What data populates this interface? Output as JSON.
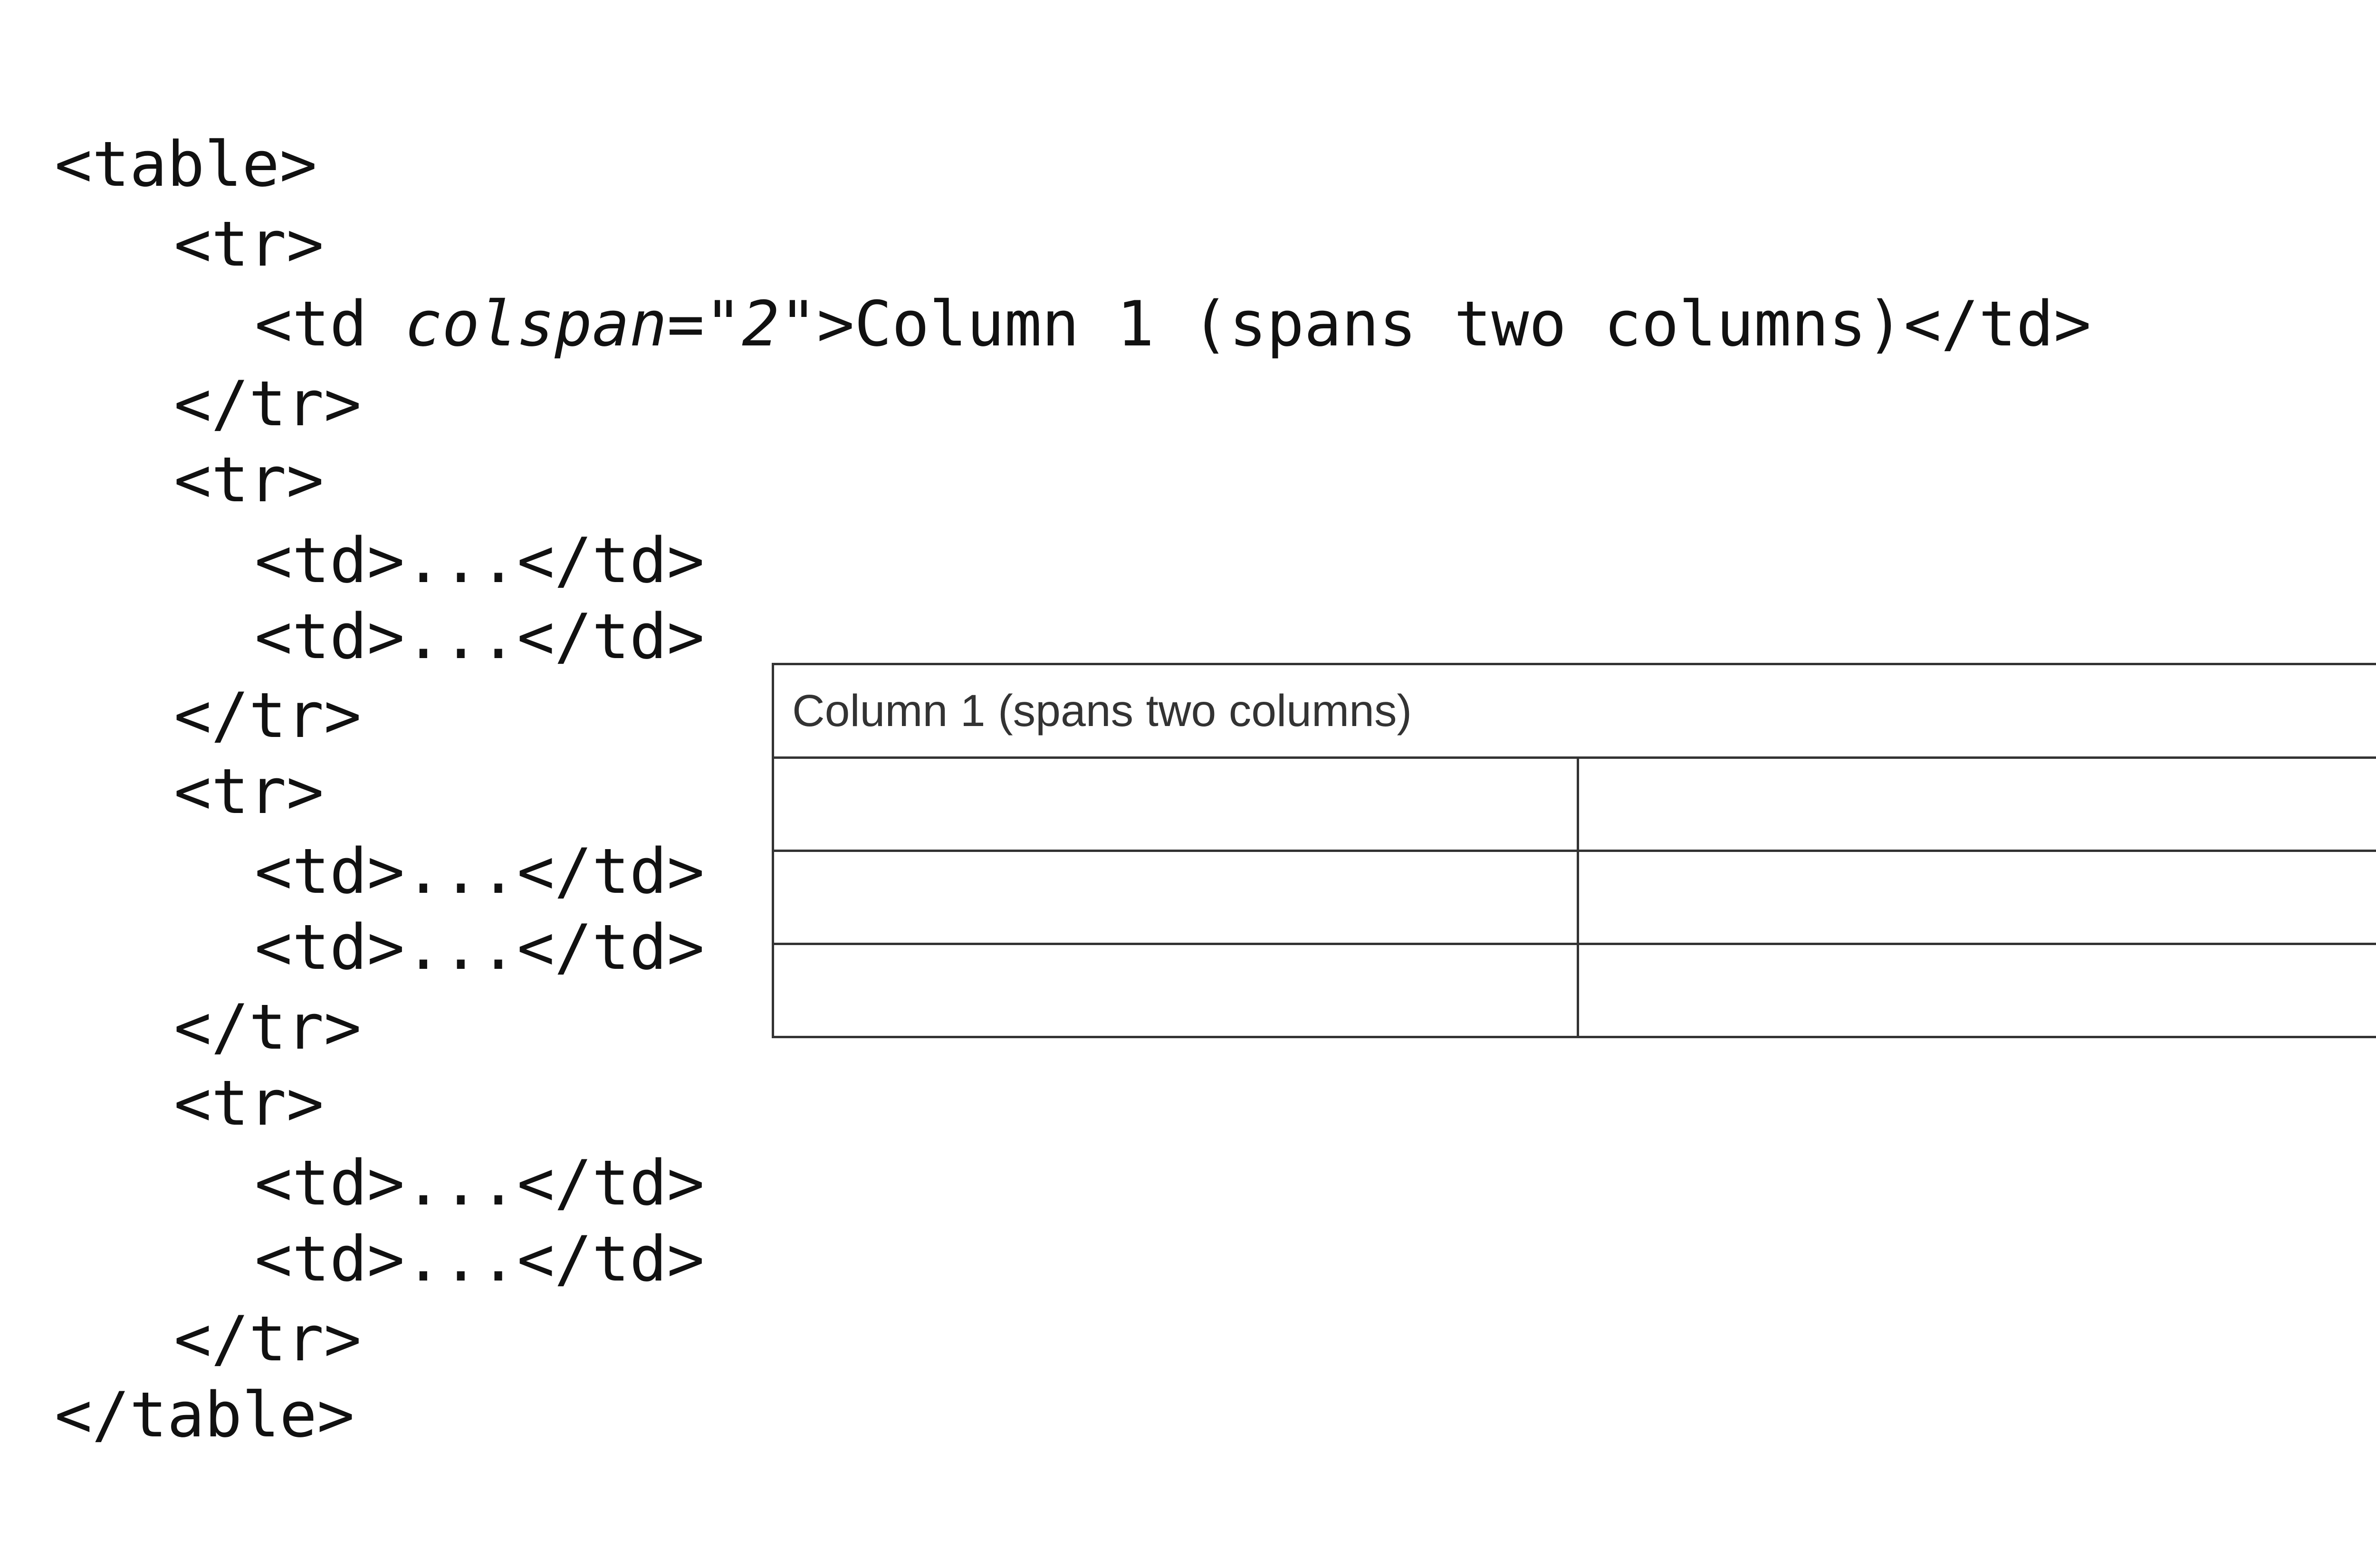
{
  "code": {
    "lines": [
      "<table>",
      "<tr>",
      "<td ",
      "</tr>",
      "<tr>",
      "<td>...</td>",
      "<td>...</td>",
      "</tr>",
      "<tr>",
      "<td>...</td>",
      "<td>...</td>",
      "</tr>",
      "<tr>",
      "<td>...</td>",
      "<td>...</td>",
      "</tr>",
      "</table>"
    ],
    "colspan_attr": "colspan=\"2\"",
    "colspan_rest": ">Column 1 (spans two columns)</td>"
  },
  "table": {
    "header_cell": "Column 1 (spans two columns)",
    "body_rows": 3,
    "border_color": "#333333"
  }
}
